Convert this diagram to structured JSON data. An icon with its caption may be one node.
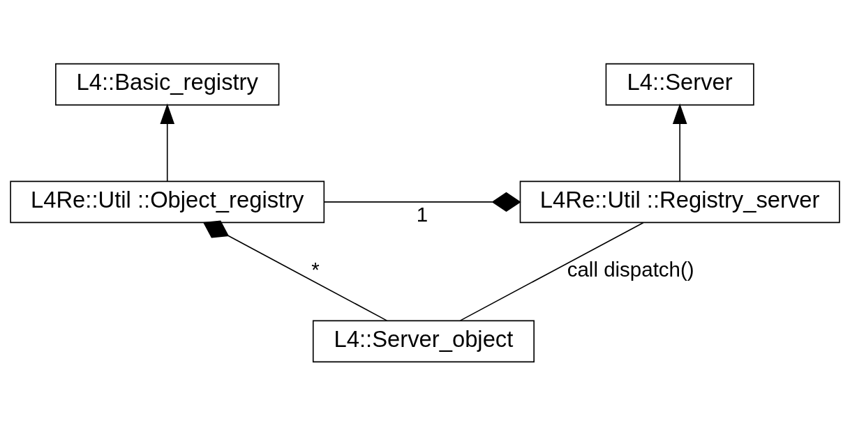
{
  "diagram": {
    "nodes": [
      {
        "text": [
          "L4::Basic_registry"
        ]
      },
      {
        "text": [
          "L4::Server"
        ]
      },
      {
        "text": [
          "L4Re::Util ::Object_registry"
        ]
      },
      {
        "text": [
          "L4Re::Util ::Registry_server"
        ]
      },
      {
        "text": [
          "L4::Server_object"
        ]
      }
    ],
    "edges": [
      {
        "from": 2,
        "to": 0,
        "arrow": "to"
      },
      {
        "from": 3,
        "to": 1,
        "arrow": "to"
      },
      {
        "from": 2,
        "to": 3,
        "arrow": "other",
        "label": "1"
      },
      {
        "from": 4,
        "to": 2,
        "arrow": "other",
        "label": "*"
      },
      {
        "from": 4,
        "to": 3,
        "arrow": "none",
        "label": "call dispatch()"
      }
    ]
  }
}
